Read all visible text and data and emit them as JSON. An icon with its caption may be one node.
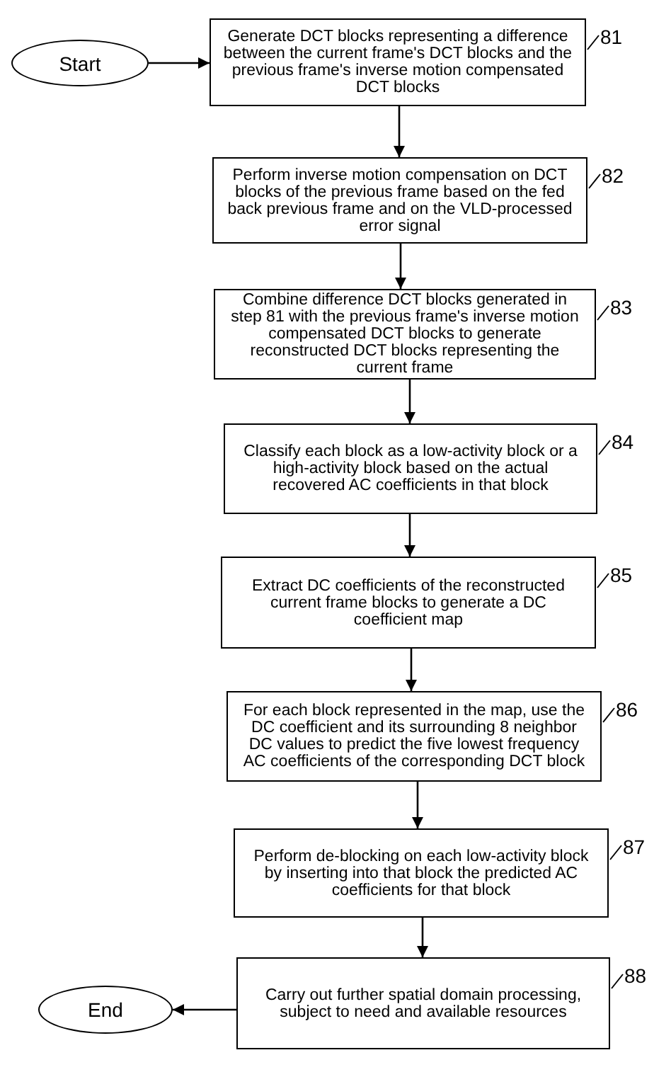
{
  "diagram": {
    "nodes": [
      {
        "text": [
          "Start"
        ]
      },
      {
        "text": [
          "Generate DCT blocks representing a difference between the current frame's DCT blocks and the previous frame's inverse motion compensated DCT blocks"
        ],
        "beside": [
          "81"
        ]
      },
      {
        "text": [
          "Perform inverse motion compensation on DCT blocks of the previous frame based on the fed back previous frame and on the VLD-processed error signal"
        ],
        "beside": [
          "82"
        ]
      },
      {
        "text": [
          "Combine difference DCT blocks generated in step 81 with the previous frame's inverse motion compensated DCT blocks to generate reconstructed DCT blocks representing the current frame"
        ],
        "beside": [
          "83"
        ]
      },
      {
        "text": [
          "Classify each block as a low-activity block or a high-activity block based on the actual recovered AC coefficients in that block"
        ],
        "beside": [
          "84"
        ]
      },
      {
        "text": [
          "Extract DC coefficients of the reconstructed current frame blocks to generate a DC coefficient map"
        ],
        "beside": [
          "85"
        ]
      },
      {
        "text": [
          "For each block represented in the map, use the DC coefficient and its surrounding 8 neighbor DC values to predict the five lowest frequency AC coefficients of the corresponding DCT block"
        ],
        "beside": [
          "86"
        ]
      },
      {
        "text": [
          "Perform de-blocking on each low-activity block by inserting into that block the predicted AC coefficients for that block"
        ],
        "beside": [
          "87"
        ]
      },
      {
        "text": [
          "Carry out further spatial domain processing, subject to need and available resources"
        ],
        "beside": [
          "88"
        ]
      },
      {
        "text": [
          "End"
        ]
      }
    ],
    "edges": [
      {
        "from": 0,
        "to": 1,
        "arrow": "to"
      },
      {
        "from": 1,
        "to": 2,
        "arrow": "to"
      },
      {
        "from": 2,
        "to": 3,
        "arrow": "to"
      },
      {
        "from": 3,
        "to": 4,
        "arrow": "to"
      },
      {
        "from": 4,
        "to": 5,
        "arrow": "to"
      },
      {
        "from": 5,
        "to": 6,
        "arrow": "to"
      },
      {
        "from": 6,
        "to": 7,
        "arrow": "to"
      },
      {
        "from": 7,
        "to": 8,
        "arrow": "to"
      },
      {
        "from": 8,
        "to": 9,
        "arrow": "to"
      }
    ]
  }
}
